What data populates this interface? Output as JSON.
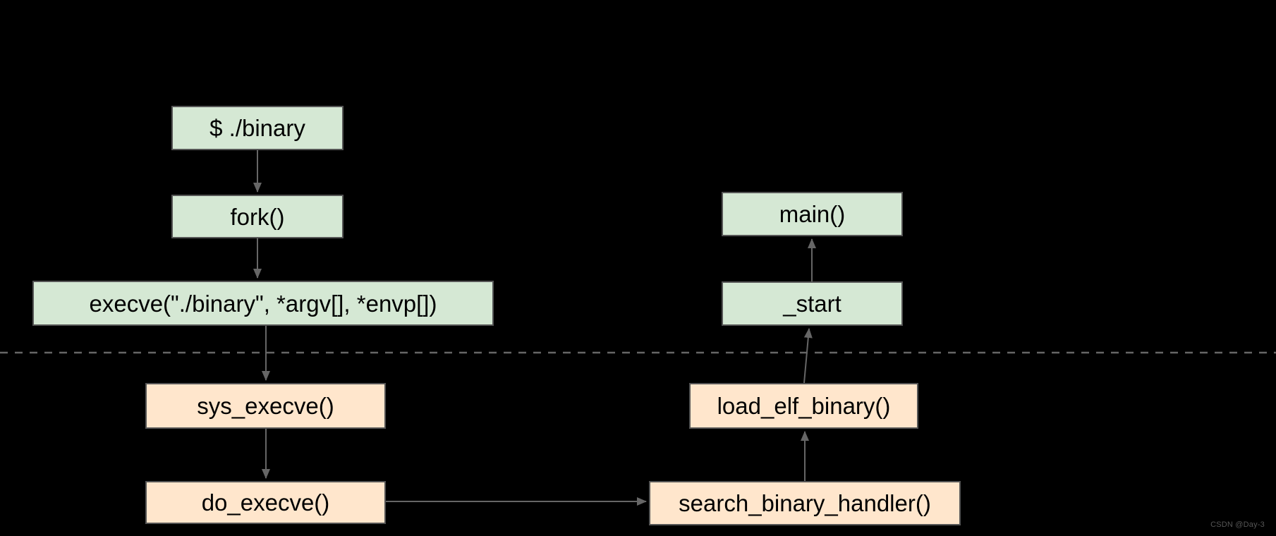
{
  "diagram": {
    "type": "flowchart",
    "background": "#000000",
    "colors": {
      "user_space_fill": "#d5e8d4",
      "kernel_space_fill": "#ffe6cc",
      "node_border": "#555555",
      "node_text": "#000000",
      "arrow": "#666666",
      "watermark_text": "#565656"
    },
    "nodes": {
      "binary": {
        "label": "$ ./binary",
        "fill": "user_space"
      },
      "fork": {
        "label": "fork()",
        "fill": "user_space"
      },
      "execve": {
        "label": "execve(\"./binary\", *argv[], *envp[])",
        "fill": "user_space"
      },
      "main": {
        "label": "main()",
        "fill": "user_space"
      },
      "start": {
        "label": "_start",
        "fill": "user_space"
      },
      "sys_execve": {
        "label": "sys_execve()",
        "fill": "kernel_space"
      },
      "do_execve": {
        "label": "do_execve()",
        "fill": "kernel_space"
      },
      "load_elf_binary": {
        "label": "load_elf_binary()",
        "fill": "kernel_space"
      },
      "search_binary_handler": {
        "label": "search_binary_handler()",
        "fill": "kernel_space"
      }
    },
    "edges": [
      {
        "from": "binary",
        "to": "fork",
        "direction": "down"
      },
      {
        "from": "fork",
        "to": "execve",
        "direction": "down"
      },
      {
        "from": "execve",
        "to": "sys_execve",
        "direction": "down",
        "crosses_divider": true
      },
      {
        "from": "sys_execve",
        "to": "do_execve",
        "direction": "down"
      },
      {
        "from": "do_execve",
        "to": "search_binary_handler",
        "direction": "right"
      },
      {
        "from": "search_binary_handler",
        "to": "load_elf_binary",
        "direction": "up"
      },
      {
        "from": "load_elf_binary",
        "to": "start",
        "direction": "up",
        "crosses_divider": true
      },
      {
        "from": "start",
        "to": "main",
        "direction": "up"
      }
    ],
    "divider": {
      "style": "dashed",
      "orientation": "horizontal"
    },
    "watermark": "CSDN @Day-3"
  }
}
